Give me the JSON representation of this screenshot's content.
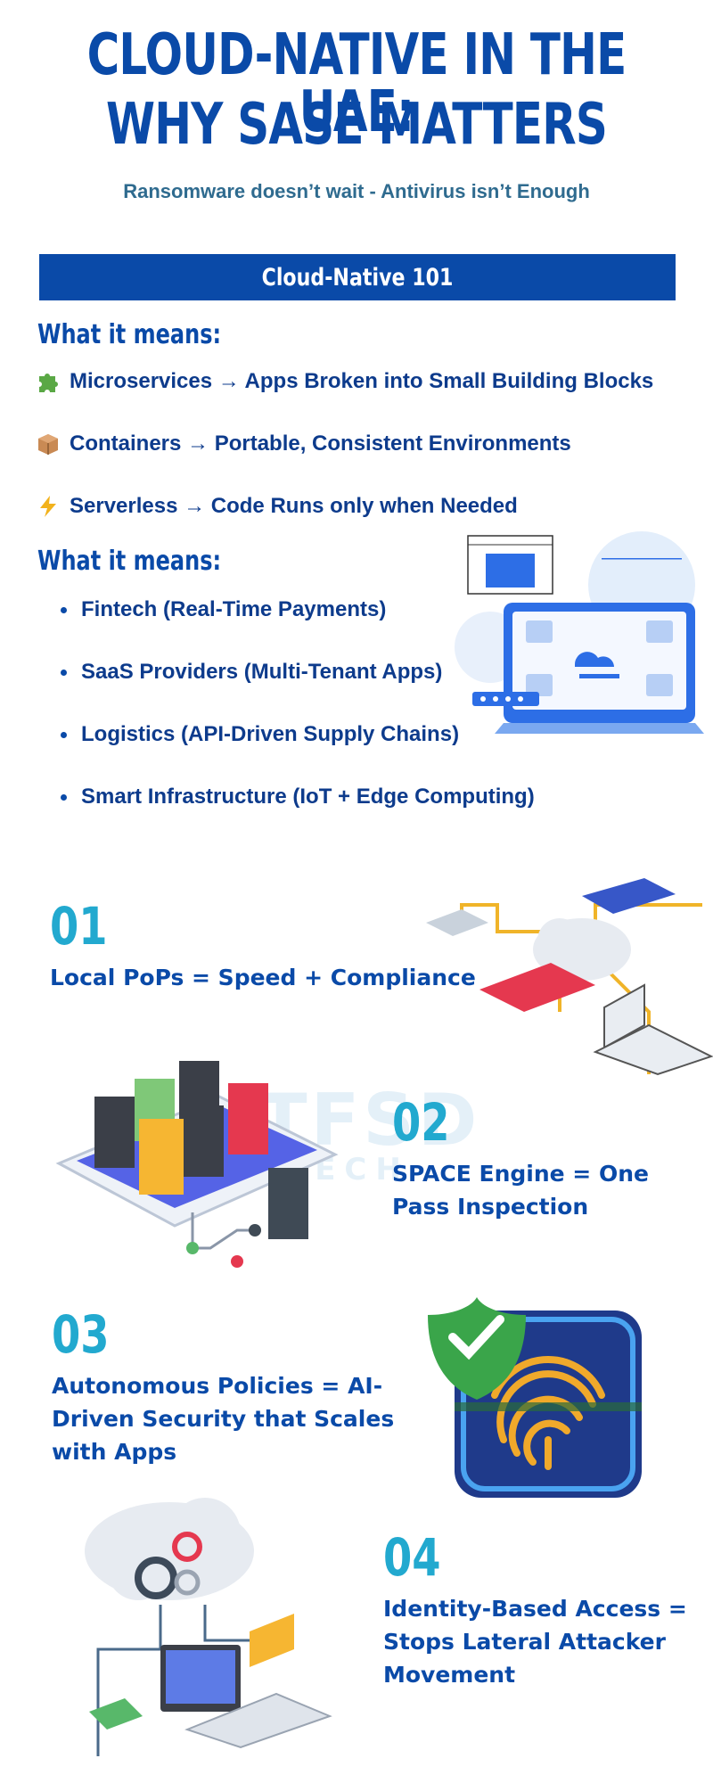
{
  "header": {
    "title_line1": "CLOUD-NATIVE IN THE UAE:",
    "title_line2": "WHY SASE MATTERS",
    "subtitle": "Ransomware doesn’t wait - Antivirus isn’t Enough"
  },
  "banner": {
    "label": "Cloud-Native 101"
  },
  "section1": {
    "heading": "What it means:",
    "items": [
      {
        "icon": "puzzle-piece-icon",
        "text": "Microservices → Apps Broken into Small Building Blocks"
      },
      {
        "icon": "package-box-icon",
        "text": "Containers → Portable, Consistent Environments"
      },
      {
        "icon": "lightning-bolt-icon",
        "text": "Serverless → Code Runs only when Needed"
      }
    ]
  },
  "section2": {
    "heading": "What it means:",
    "items": [
      "Fintech (Real-Time Payments)",
      "SaaS Providers (Multi-Tenant Apps)",
      "Logistics (API-Driven Supply Chains)",
      "Smart Infrastructure (IoT + Edge Computing)"
    ]
  },
  "features": [
    {
      "number": "01",
      "lines": [
        "Local PoPs = Speed + Compliance"
      ]
    },
    {
      "number": "02",
      "lines": [
        "SPACE Engine = One",
        "Pass Inspection"
      ]
    },
    {
      "number": "03",
      "lines": [
        "Autonomous Policies = AI-",
        "Driven Security that Scales",
        "with Apps"
      ]
    },
    {
      "number": "04",
      "lines": [
        "Identity-Based Access =",
        "Stops Lateral Attacker",
        "Movement"
      ]
    }
  ],
  "watermark": {
    "line1": "TFSD",
    "line2": "TECH"
  },
  "colors": {
    "brand_blue": "#0a4aa8",
    "accent_cyan": "#22a9cf",
    "text_dark": "#0d3b8c"
  }
}
